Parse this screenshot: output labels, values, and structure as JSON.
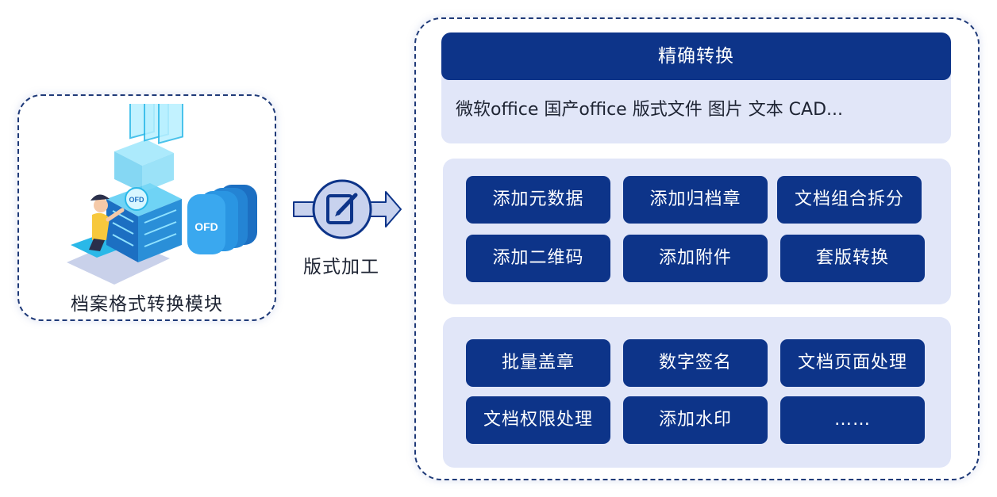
{
  "module": {
    "caption": "档案格式转换模块",
    "illustration_labels": [
      "OFD",
      "OFD"
    ]
  },
  "process": {
    "label": "版式加工",
    "icon": "edit-document-icon"
  },
  "precise_conversion": {
    "title": "精确转换",
    "formats": "微软office  国产office  版式文件  图片  文本  CAD..."
  },
  "group1": {
    "items": [
      "添加元数据",
      "添加归档章",
      "文档组合拆分",
      "添加二维码",
      "添加附件",
      "套版转换"
    ]
  },
  "group2": {
    "items": [
      "批量盖章",
      "数字签名",
      "文档页面处理",
      "文档权限处理",
      "添加水印",
      "……"
    ]
  },
  "colors": {
    "primary": "#0d3489",
    "panel_bg": "#e1e6f8",
    "accent_cyan": "#2ab8e8",
    "dashed_border": "#1f3a78"
  }
}
